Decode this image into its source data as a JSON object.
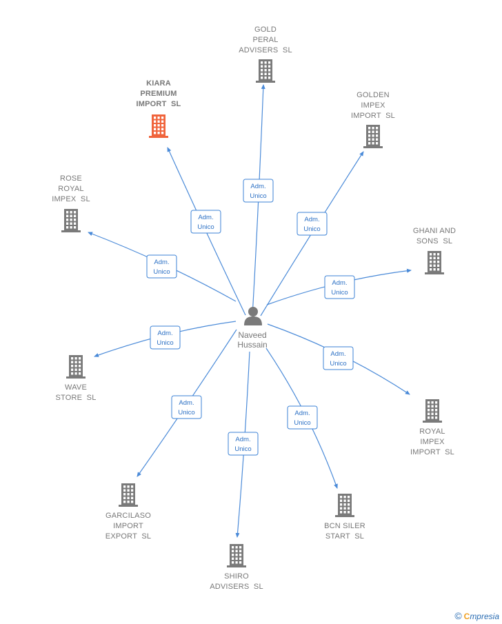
{
  "person": {
    "name_line1": "Naveed",
    "name_line2": "Hussain",
    "icon": "person-icon"
  },
  "colors": {
    "edge": "#4a8ad8",
    "building": "#7a7a7a",
    "building_highlight": "#f0643c"
  },
  "edge_label": {
    "line1": "Adm.",
    "line2": "Unico"
  },
  "companies": [
    {
      "id": "gold-peral",
      "lines": [
        "GOLD",
        "PERAL",
        "ADVISERS  SL"
      ],
      "highlight": false
    },
    {
      "id": "kiara",
      "lines": [
        "KIARA",
        "PREMIUM",
        "IMPORT  SL"
      ],
      "highlight": true
    },
    {
      "id": "golden-impex",
      "lines": [
        "GOLDEN",
        "IMPEX",
        "IMPORT  SL"
      ],
      "highlight": false
    },
    {
      "id": "rose-royal",
      "lines": [
        "ROSE",
        "ROYAL",
        "IMPEX  SL"
      ],
      "highlight": false
    },
    {
      "id": "ghani",
      "lines": [
        "GHANI AND",
        "SONS  SL"
      ],
      "highlight": false
    },
    {
      "id": "wave",
      "lines": [
        "WAVE",
        "STORE  SL"
      ],
      "highlight": false
    },
    {
      "id": "royal-impex",
      "lines": [
        "ROYAL",
        "IMPEX",
        "IMPORT  SL"
      ],
      "highlight": false
    },
    {
      "id": "garcilaso",
      "lines": [
        "GARCILASO",
        "IMPORT",
        "EXPORT  SL"
      ],
      "highlight": false
    },
    {
      "id": "bcn",
      "lines": [
        "BCN SILER",
        "START  SL"
      ],
      "highlight": false
    },
    {
      "id": "shiro",
      "lines": [
        "SHIRO",
        "ADVISERS  SL"
      ],
      "highlight": false
    }
  ],
  "footer": {
    "copyright": "©",
    "brand_first": "C",
    "brand_rest": "mpresia"
  }
}
